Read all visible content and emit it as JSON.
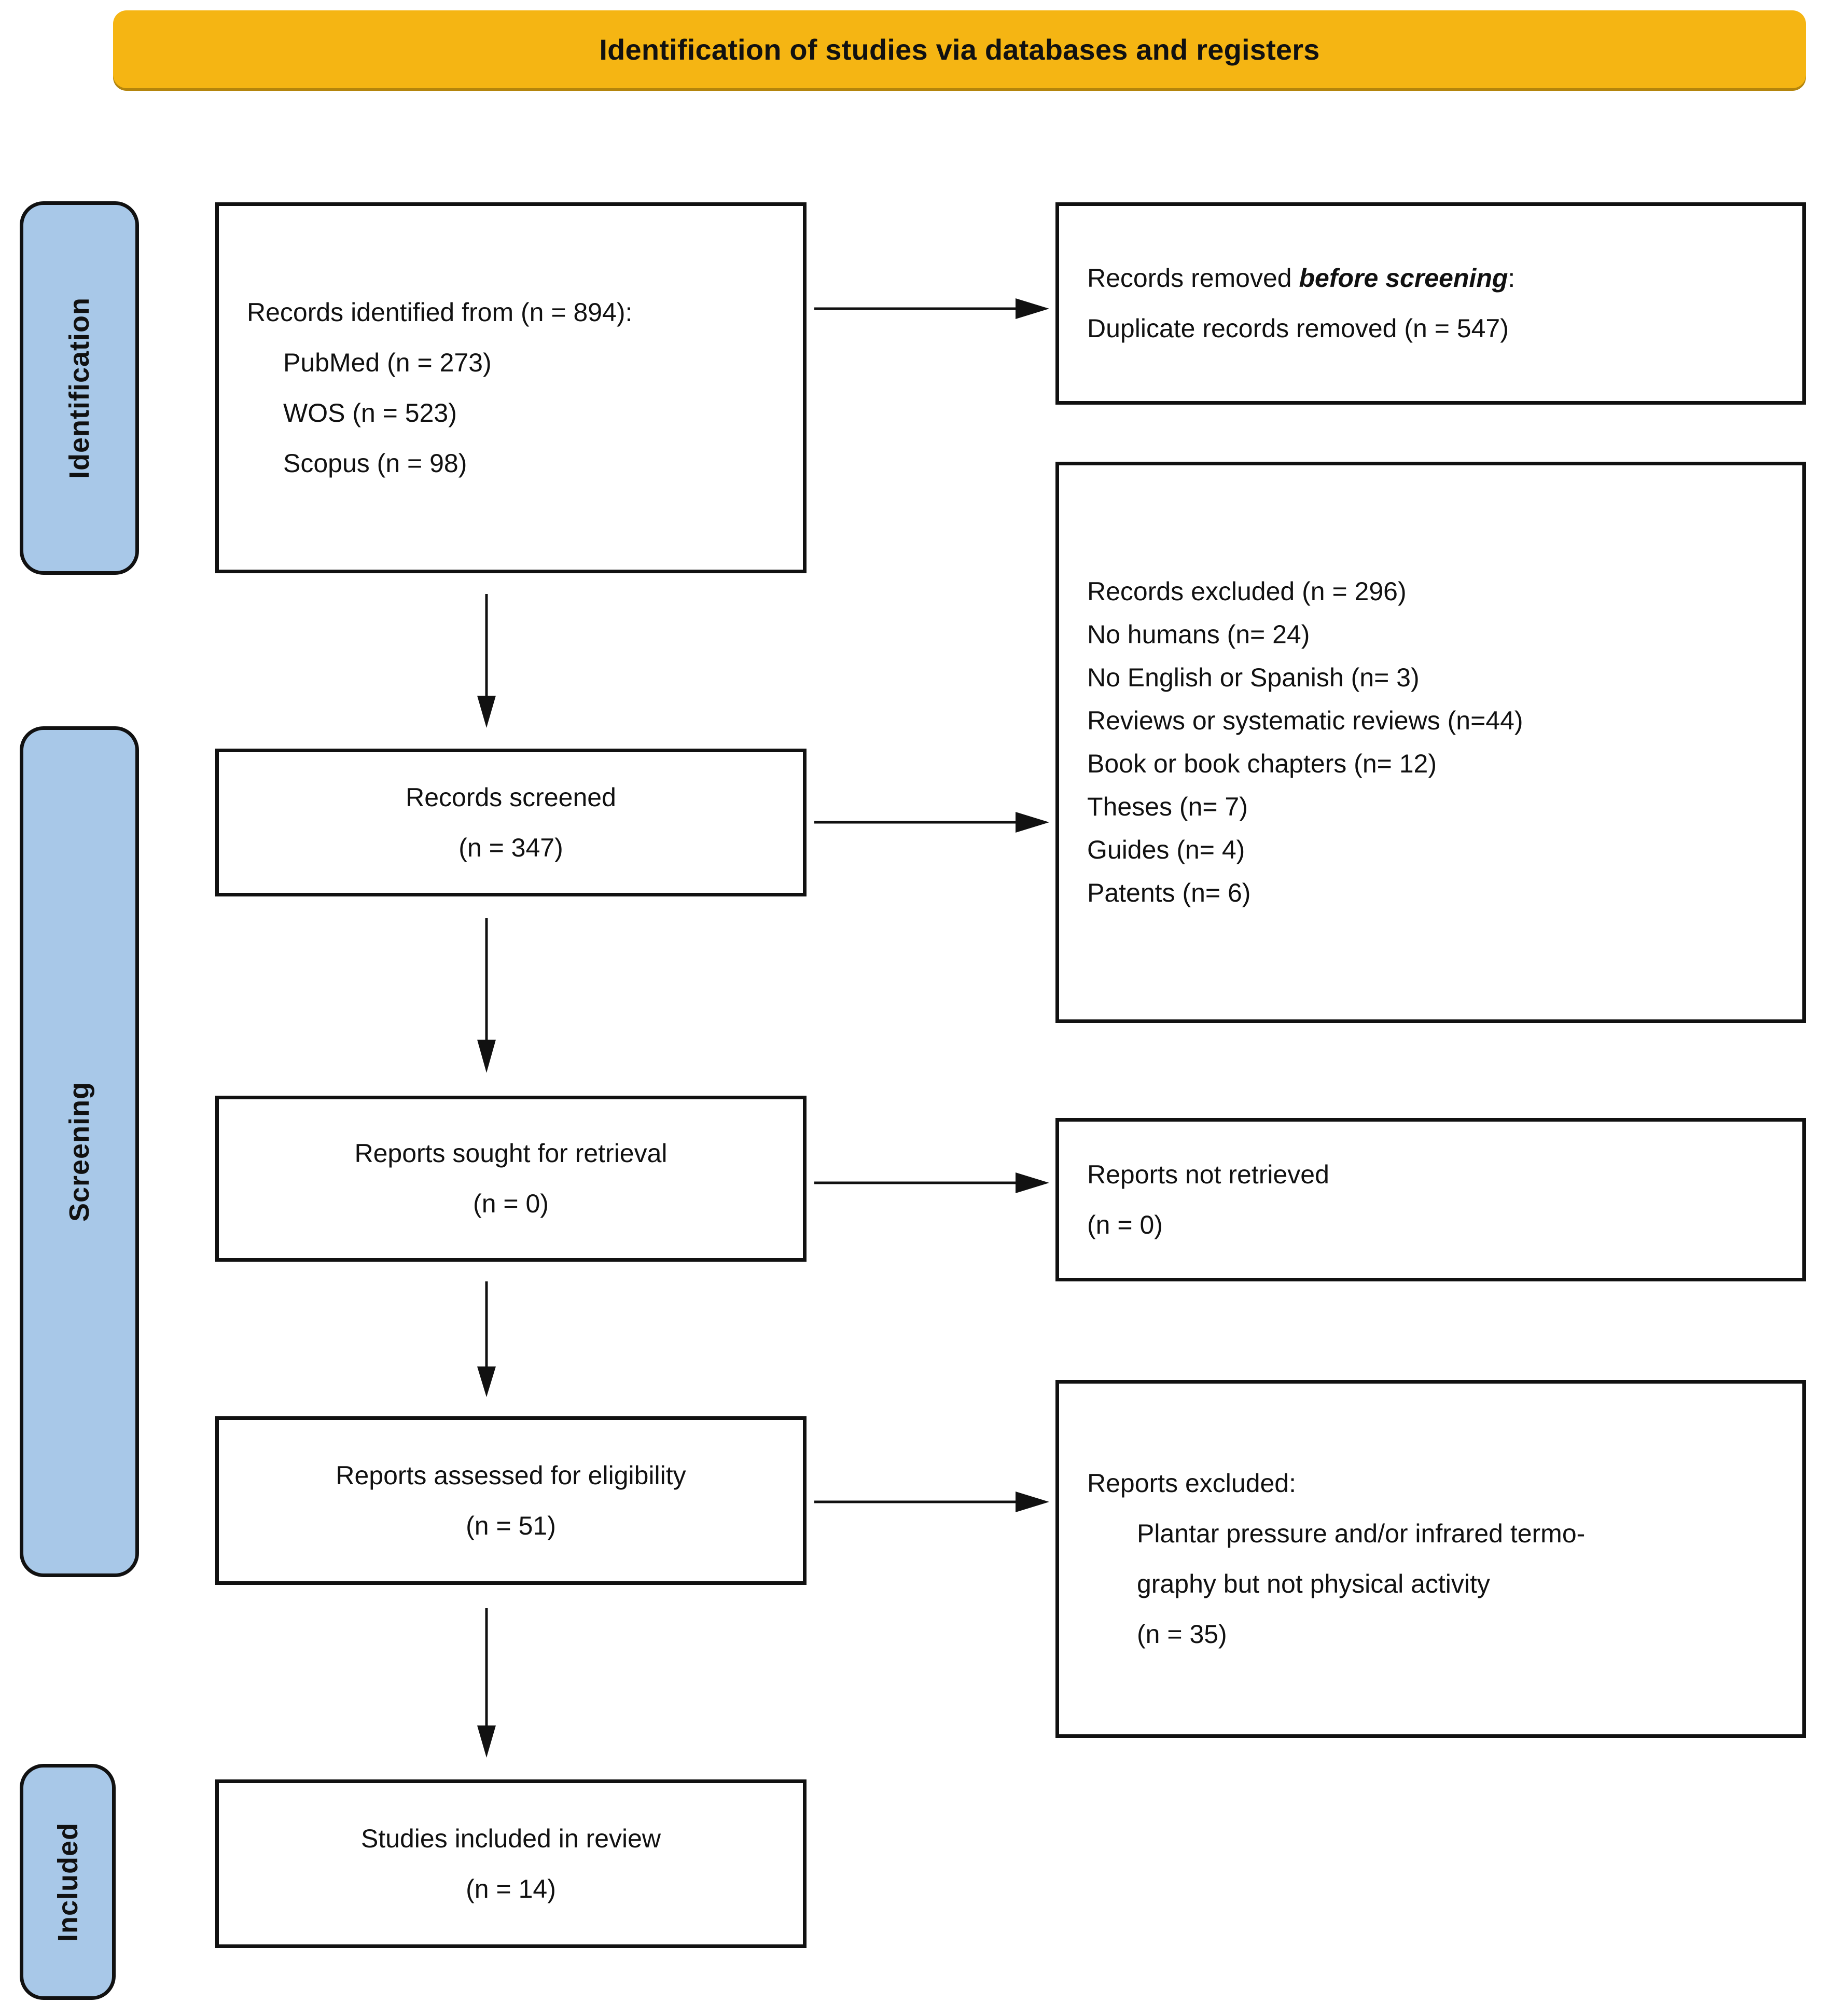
{
  "banner": {
    "title": "Identification of studies via databases and registers",
    "bg_color": "#F5B513"
  },
  "stages": [
    {
      "key": "identification",
      "label": "Identification",
      "bg_color": "#A8C8E8"
    },
    {
      "key": "screening",
      "label": "Screening",
      "bg_color": "#A8C8E8"
    },
    {
      "key": "included",
      "label": "Included",
      "bg_color": "#A8C8E8"
    }
  ],
  "boxes": {
    "identified": {
      "title": "Records identified from (n = 894):",
      "sources": [
        "PubMed (n = 273)",
        "WOS (n = 523)",
        "Scopus (n = 98)"
      ]
    },
    "removed": {
      "title_pre": "Records removed ",
      "title_em": "before screening",
      "title_post": ":",
      "detail": "Duplicate records removed (n = 547)"
    },
    "screened": {
      "label": "Records screened",
      "count": "(n = 347)"
    },
    "excluded": {
      "title": "Records excluded (n = 296)",
      "reasons": [
        "No humans (n= 24)",
        "No English or Spanish (n= 3)",
        "Reviews or systematic reviews (n=44)",
        "Book or book chapters (n= 12)",
        "Theses (n= 7)",
        "Guides (n= 4)",
        "Patents (n= 6)"
      ]
    },
    "sought": {
      "label": "Reports sought for retrieval",
      "count": "(n = 0)"
    },
    "not_retrieved": {
      "label": "Reports not retrieved",
      "count": "(n = 0)"
    },
    "assessed": {
      "label": "Reports assessed for eligibility",
      "count": "(n = 51)"
    },
    "reports_excluded": {
      "title": "Reports excluded:",
      "reason_line1": "Plantar pressure and/or infrared termo-",
      "reason_line2": "graphy but not physical activity",
      "count": "(n = 35)"
    },
    "included": {
      "label": "Studies included in review",
      "count": "(n = 14)"
    }
  }
}
